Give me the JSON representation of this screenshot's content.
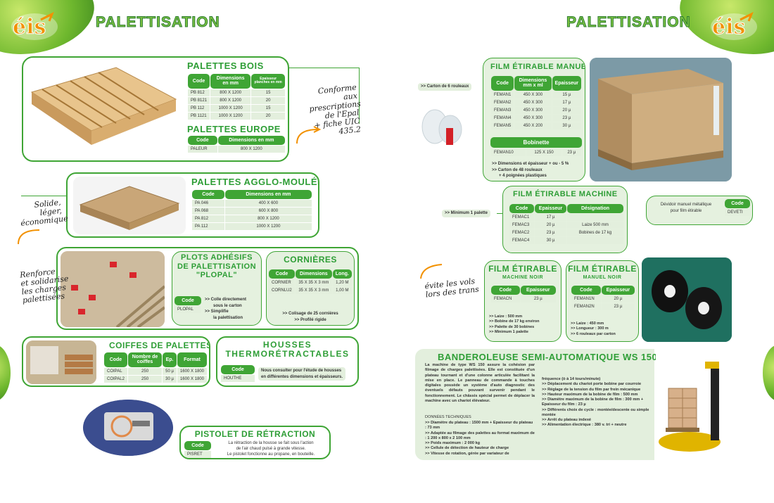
{
  "page_title_left": "PALETTISATION",
  "page_title_right": "PALETTISATION",
  "logo_text": "éis",
  "palettes_bois": {
    "title": "PALETTES BOIS",
    "headers": [
      "Code",
      "Dimensions en mm",
      "Epaisseur planches en mm"
    ],
    "rows": [
      [
        "PB 812",
        "800 X 1200",
        "15"
      ],
      [
        "PB 8121",
        "800 X 1200",
        "20"
      ],
      [
        "PB 112",
        "1000 X 1200",
        "15"
      ],
      [
        "PB 1121",
        "1000 X 1200",
        "20"
      ]
    ]
  },
  "palettes_europe": {
    "title": "PALETTES EUROPE",
    "headers": [
      "Code",
      "Dimensions en mm"
    ],
    "rows": [
      [
        "PALEUR",
        "800 X 1200"
      ]
    ]
  },
  "note_conforme": [
    "Conforme",
    "aux prescriptions",
    "de l'Epal",
    "+ fiche UIC 435.2"
  ],
  "palettes_agglo": {
    "title": "PALETTES AGGLO-MOULÉES",
    "headers": [
      "Code",
      "Dimensions en mm"
    ],
    "rows": [
      [
        "PA 046",
        "400 X 600"
      ],
      [
        "PA 068",
        "600 X 800"
      ],
      [
        "PA 812",
        "800 X 1200"
      ],
      [
        "PA 112",
        "1000 X 1200"
      ]
    ]
  },
  "note_solide": [
    "Solide,",
    "léger,",
    "économique"
  ],
  "note_renforce": [
    "Renforce",
    "et solidarise",
    "les charges",
    "palettisées"
  ],
  "plots": {
    "title_lines": [
      "PLOTS ADHÉSIFS",
      "DE PALETTISATION",
      "\"PLOPAL\""
    ],
    "header": "Code",
    "code": "PLOPAL",
    "notes": [
      ">> Colle directement",
      "sous le carton",
      ">> Simplifie",
      "la palettisation"
    ]
  },
  "cornieres": {
    "title": "CORNIÈRES",
    "headers": [
      "Code",
      "Dimensions",
      "Long."
    ],
    "rows": [
      [
        "CORNIER",
        "35 X 35 X 3 mm",
        "1,20 M"
      ],
      [
        "CORNLU2",
        "35 X 35 X 3 mm",
        "1,00 M"
      ]
    ],
    "notes": [
      ">> Colisage de 25 cornières",
      ">> Profilé rigide"
    ]
  },
  "coiffes": {
    "title": "COIFFES DE PALETTES",
    "headers": [
      "Code",
      "Nombre de coiffes",
      "Ep.",
      "Format"
    ],
    "rows": [
      [
        "COIPAL",
        "250",
        "50 µ",
        "1600 X 1800"
      ],
      [
        "COIPAL2",
        "250",
        "30 µ",
        "1600 X 1800"
      ]
    ]
  },
  "housses": {
    "title_lines": [
      "HOUSSES",
      "THERMORÉTRACTABLES"
    ],
    "header": "Code",
    "code": "HOUTHE",
    "text": [
      "Nous consulter pour l'étude de housses",
      "en différentes dimensions et épaisseurs."
    ]
  },
  "pistolet": {
    "title": "PISTOLET DE RÉTRACTION",
    "header": "Code",
    "code": "PISRET",
    "text": [
      "La rétraction de la housse se fait sous l'action",
      "de l'air chaud pulsé à grande vitesse.",
      "Le pistolet fonctionne au propane, en bouteille."
    ]
  },
  "film_manuel": {
    "title": "FILM ÉTIRABLE MANUEL",
    "side_note": ">> Carton de 6 rouleaux",
    "headers": [
      "Code",
      "Dimensions mm x ml",
      "Epaisseur"
    ],
    "rows": [
      [
        "FEMAN1",
        "450 X 300",
        "15 µ"
      ],
      [
        "FEMAN2",
        "450 X 300",
        "17 µ"
      ],
      [
        "FEMAN3",
        "450 X 300",
        "20 µ"
      ],
      [
        "FEMAN4",
        "450 X 300",
        "23 µ"
      ],
      [
        "FEMAN5",
        "450 X 200",
        "30 µ"
      ]
    ],
    "bobinette_label": "Bobinette",
    "bobinette_row": [
      "FEMAN10",
      "125 X 150",
      "23 µ"
    ],
    "notes": [
      ">> Dimensions et épaisseur + ou - 5 %",
      ">> Carton de 48 rouleaux",
      "+ 4 poignées plastiques"
    ]
  },
  "film_machine": {
    "title": "FILM ÉTIRABLE MACHINE",
    "side_note": ">> Minimum 1 palette",
    "headers": [
      "Code",
      "Epaisseur",
      "Désignation"
    ],
    "rows": [
      [
        "FEMAC1",
        "17 µ",
        ""
      ],
      [
        "FEMAC3",
        "20 µ",
        "Laize 500 mm"
      ],
      [
        "FEMAC2",
        "23 µ",
        "Bobines de 17 kg"
      ],
      [
        "FEMAC4",
        "30 µ",
        ""
      ]
    ]
  },
  "devidoir": {
    "text": [
      "Dévidoir manuel métallique",
      "pour film étirable"
    ],
    "header": "Code",
    "code": "DEVETI"
  },
  "note_evite": [
    "évite les vols",
    "lors des transports"
  ],
  "film_noir_machine": {
    "title": "FILM ÉTIRABLE",
    "subtitle": "MACHINE NOIR",
    "headers": [
      "Code",
      "Epaisseur"
    ],
    "rows": [
      [
        "FEMACN",
        "23 µ"
      ]
    ],
    "notes": [
      ">> Laize : 500 mm",
      ">> Bobine de 17 kg environ",
      ">> Palette de 30 bobines",
      ">> Minimum 1 palette"
    ]
  },
  "film_noir_manuel": {
    "title": "FILM ÉTIRABLE",
    "subtitle": "MANUEL NOIR",
    "headers": [
      "Code",
      "Epaisseur"
    ],
    "rows": [
      [
        "FEMAN1N",
        "20 µ"
      ],
      [
        "FEMAN2N",
        "23 µ"
      ]
    ],
    "notes": [
      ">> Laize : 450 mm",
      ">> Longueur : 300 m",
      ">> 6 rouleaux par carton"
    ]
  },
  "banderoleuse": {
    "title": "BANDEROLEUSE SEMI-AUTOMATIQUE WS 150",
    "intro": "La machine de type WS 150 assure la cohésion par filmage de charges palettisées. Elle est constituée d'un plateau tournant et d'une colonne articulée facilitant la mise en place. Le panneau de commande à touches digitales possède un système d'auto diagnostic des éventuels défauts pouvant survenir pendant le fonctionnement. Le châssis spécial permet de déplacer la machine avec un chariot élévateur.",
    "tech_label": "DONNÉES TECHNIQUES",
    "col1": [
      ">> Diamètre du plateau : 1500 mm + Epaisseur du plateau : 73 mm",
      ">> Adaptée au filmage des palettes au format maximum de : 1 200 x 800 x 2 100 mm",
      ">> Poids maximum : 2 000 kg",
      ">> Cellule de détection de hauteur de charge",
      ">> Vitesse de rotation, gérée par variateur de"
    ],
    "col2": [
      "fréquence (ò à 14 tours/minute)",
      ">> Déplacement du chariot porte bobine par courroie",
      ">> Réglage de la tension du film par frein mécanique",
      ">> Hauteur maximum de la bobine de film : 500 mm",
      ">> Diamètre maximum de la bobine de film : 300 mm + Epaisseur du film : 23 µ",
      ">> Différents choix de cycle : montée/descente ou simple montée",
      ">> Arrêt du plateau indexé",
      ">> Alimentation électrique : 380 v. tri + neutre"
    ]
  }
}
